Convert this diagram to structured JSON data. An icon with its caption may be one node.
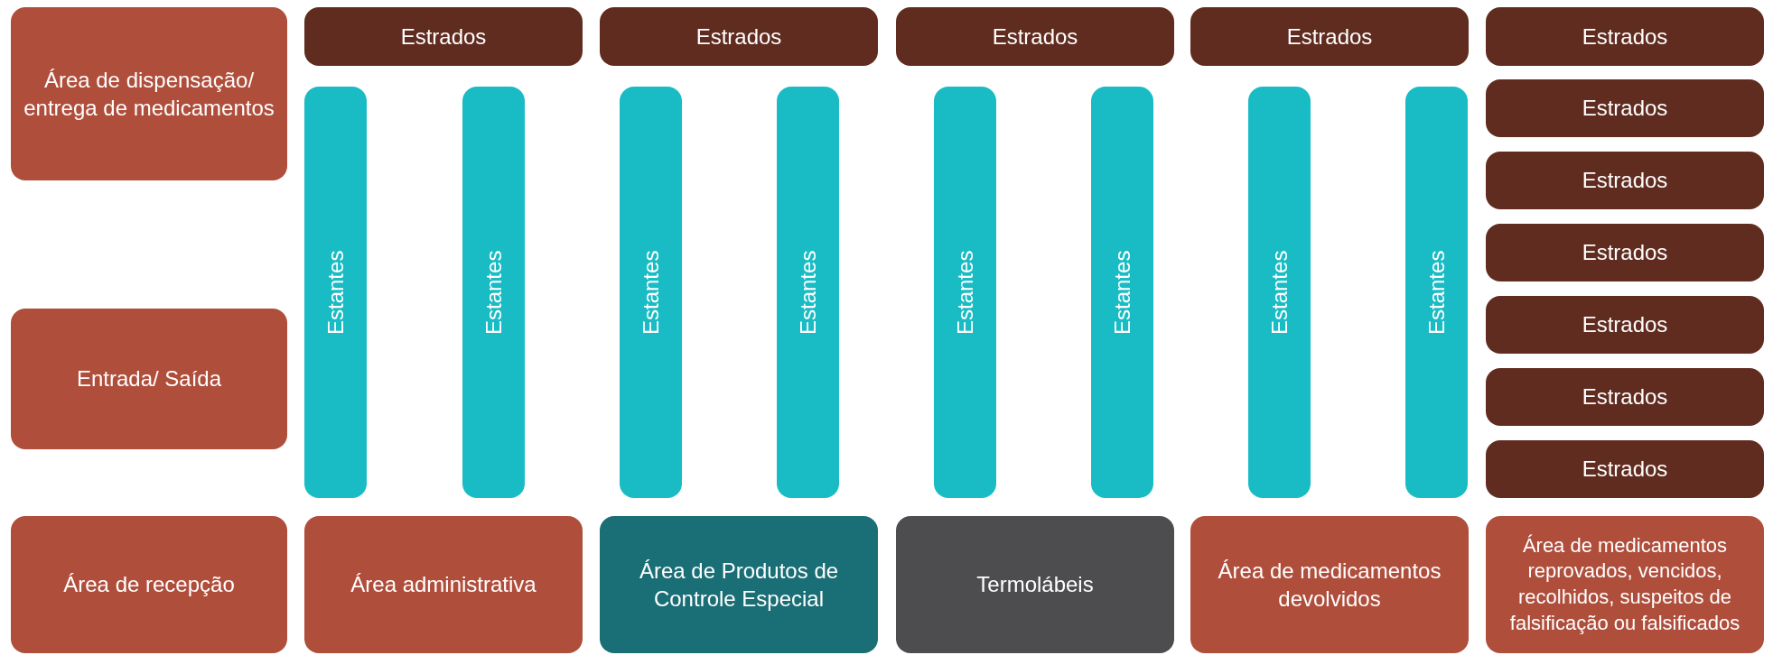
{
  "diagram": {
    "nodes": [
      {
        "text": [
          "Área de dispensação/ entrega de medicamentos"
        ]
      },
      {
        "text": [
          "Estrados"
        ]
      },
      {
        "text": [
          "Estrados"
        ]
      },
      {
        "text": [
          "Estrados"
        ]
      },
      {
        "text": [
          "Estrados"
        ]
      },
      {
        "text": [
          "Estrados"
        ]
      },
      {
        "text": [
          "Estantes"
        ]
      },
      {
        "text": [
          "Estantes"
        ]
      },
      {
        "text": [
          "Estantes"
        ]
      },
      {
        "text": [
          "Estantes"
        ]
      },
      {
        "text": [
          "Estantes"
        ]
      },
      {
        "text": [
          "Estantes"
        ]
      },
      {
        "text": [
          "Estantes"
        ]
      },
      {
        "text": [
          "Estantes"
        ]
      },
      {
        "text": [
          "Estrados"
        ]
      },
      {
        "text": [
          "Estrados"
        ]
      },
      {
        "text": [
          "Estrados"
        ]
      },
      {
        "text": [
          "Estrados"
        ]
      },
      {
        "text": [
          "Estrados"
        ]
      },
      {
        "text": [
          "Estrados"
        ]
      },
      {
        "text": [
          "Entrada/ Saída"
        ]
      },
      {
        "text": [
          "Área de recepção"
        ]
      },
      {
        "text": [
          "Área administrativa"
        ]
      },
      {
        "text": [
          "Área de Produtos de Controle Especial"
        ]
      },
      {
        "text": [
          "Termolábeis"
        ]
      },
      {
        "text": [
          "Área de medicamentos devolvidos"
        ]
      },
      {
        "text": [
          "Área de medicamentos reprovados, vencidos, recolhidos, suspeitos de falsificação ou falsificados"
        ]
      }
    ]
  }
}
